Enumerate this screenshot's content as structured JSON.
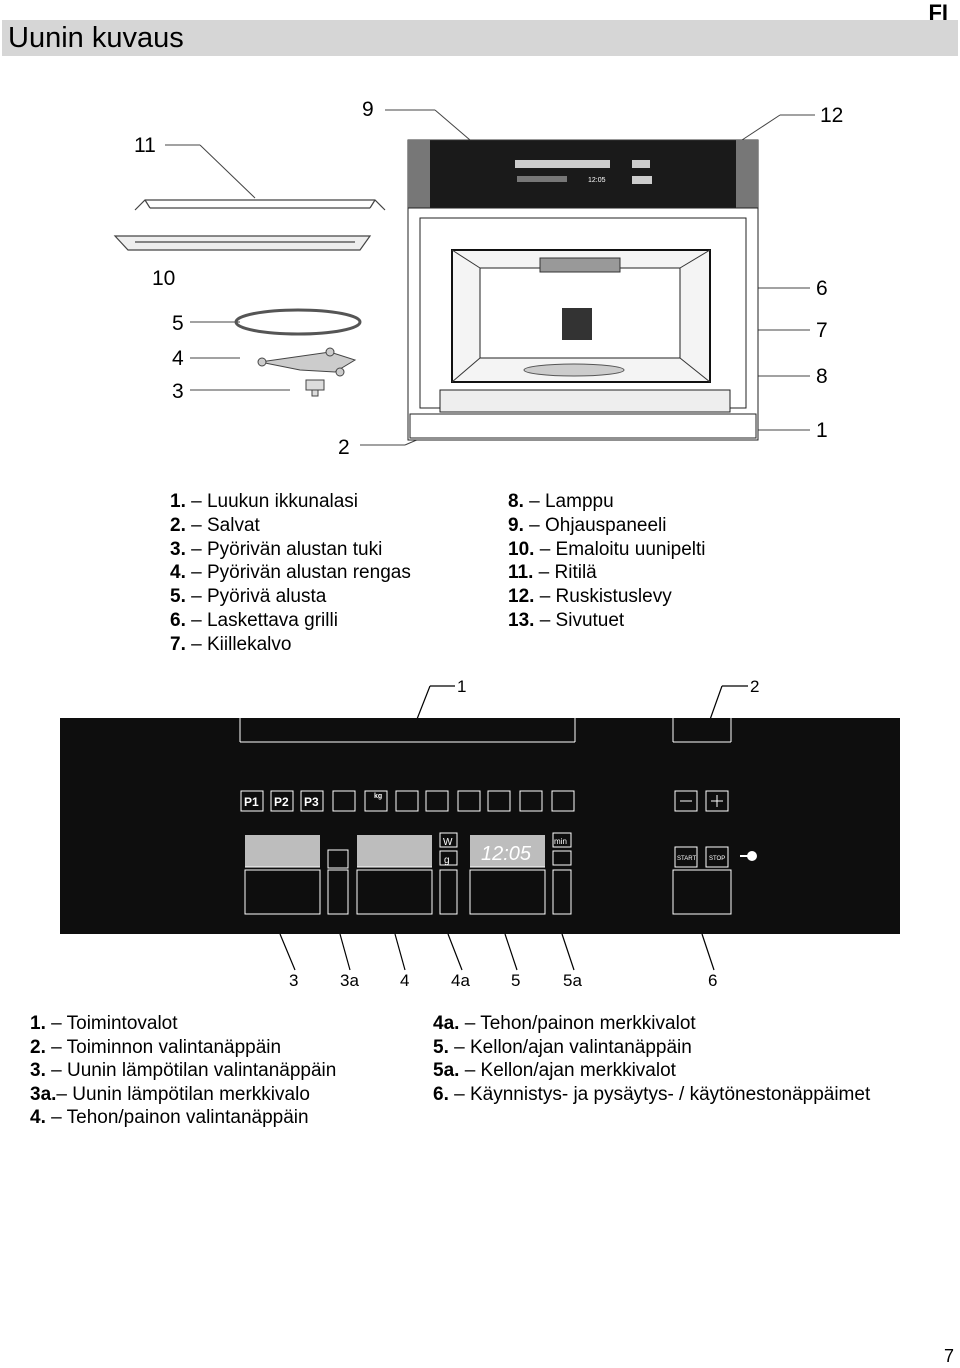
{
  "header": {
    "lang_code": "FI",
    "title": "Uunin kuvaus"
  },
  "figure1": {
    "callouts": [
      "1",
      "2",
      "3",
      "4",
      "5",
      "6",
      "7",
      "8",
      "9",
      "10",
      "11",
      "12"
    ],
    "panel_time": "12:05"
  },
  "parts_left": [
    {
      "num": "1.",
      "text": "Luukun ikkunalasi"
    },
    {
      "num": "2.",
      "text": "Salvat"
    },
    {
      "num": "3.",
      "text": "Pyörivän alustan tuki"
    },
    {
      "num": "4.",
      "text": "Pyörivän alustan rengas"
    },
    {
      "num": "5.",
      "text": "Pyörivä alusta"
    },
    {
      "num": "6.",
      "text": "Laskettava grilli"
    },
    {
      "num": "7.",
      "text": "Kiillekalvo"
    }
  ],
  "parts_right": [
    {
      "num": "8.",
      "text": "Lamppu"
    },
    {
      "num": "9.",
      "text": "Ohjauspaneeli"
    },
    {
      "num": "10.",
      "text": "Emaloitu uunipelti"
    },
    {
      "num": "11.",
      "text": "Ritilä"
    },
    {
      "num": "12.",
      "text": "Ruskistuslevy"
    },
    {
      "num": "13.",
      "text": "Sivutuet"
    }
  ],
  "figure2": {
    "top_callouts": [
      "1",
      "2"
    ],
    "bottom_callouts": [
      "3",
      "3a",
      "4",
      "4a",
      "5",
      "5a",
      "6"
    ],
    "program_keys": [
      "P1",
      "P2",
      "P3"
    ],
    "unit_w": "W",
    "unit_g": "g",
    "unit_min": "min",
    "unit_kg": "kg",
    "display_time": "12:05",
    "start_label": "START",
    "stop_label": "STOP"
  },
  "controls_left": [
    {
      "num": "1.",
      "text": "Toimintovalot"
    },
    {
      "num": "2.",
      "text": "Toiminnon valintanäppäin"
    },
    {
      "num": "3.",
      "text": "Uunin lämpötilan valintanäppäin"
    },
    {
      "num": "3a.",
      "text": "Uunin lämpötilan merkkivalo"
    },
    {
      "num": "4.",
      "text": "Tehon/painon valintanäppäin"
    }
  ],
  "controls_right": [
    {
      "num": "4a.",
      "text": "Tehon/painon merkkivalot"
    },
    {
      "num": "5.",
      "text": "Kellon/ajan valintanäppäin"
    },
    {
      "num": "5a.",
      "text": "Kellon/ajan merkkivalot"
    },
    {
      "num": "6.",
      "text": "Käynnistys- ja pysäytys- / käytönestonäppäimet"
    }
  ],
  "page_number": "7",
  "colors": {
    "title_bar": "#d6d6d6",
    "panel": "#0e0e0e",
    "display_grey": "#bdbdbd"
  }
}
